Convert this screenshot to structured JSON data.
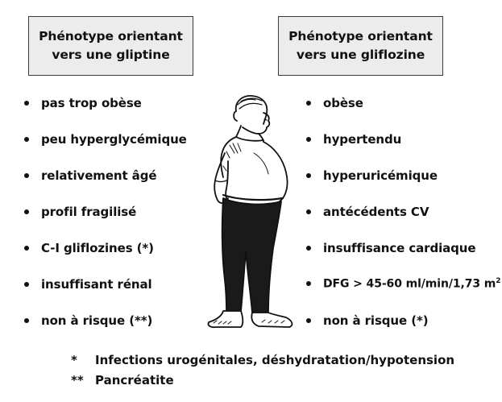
{
  "left_box": {
    "line1": "Phénotype orientant",
    "line2": "vers une gliptine"
  },
  "right_box": {
    "line1": "Phénotype orientant",
    "line2": "vers une gliflozine"
  },
  "left_items": [
    "pas trop obèse",
    "peu hyperglycémique",
    "relativement âgé",
    "profil fragilisé",
    "C-I gliflozines (*)",
    "insuffisant rénal",
    "non à risque (**)"
  ],
  "right_items": [
    "obèse",
    "hypertendu",
    "hyperuricémique",
    "antécédents CV",
    "insuffisance cardiaque",
    "DFG > 45-60 ml/min/1,73 m",
    "non à risque (*)"
  ],
  "right_item_6_superscript": "2",
  "footnotes": [
    {
      "mark": "*",
      "text": "Infections urogénitales, déshydratation/hypotension"
    },
    {
      "mark": "**",
      "text": "Pancréatite"
    }
  ]
}
